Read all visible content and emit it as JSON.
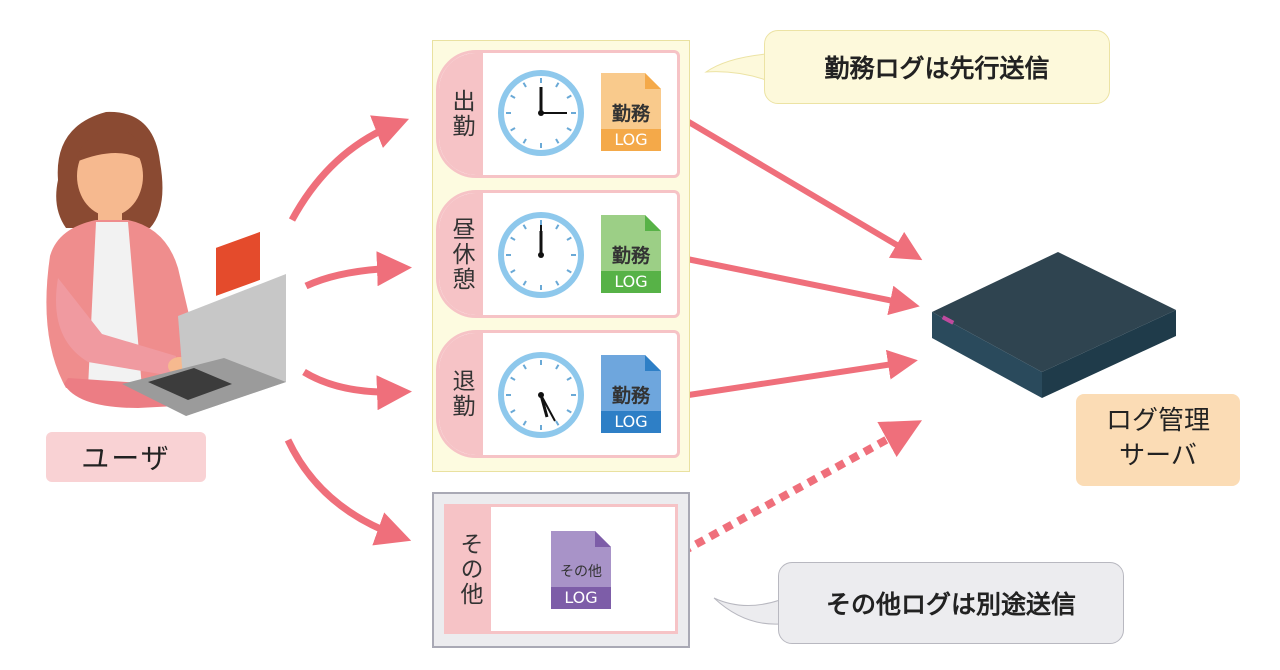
{
  "user": {
    "label": "ユーザ"
  },
  "server": {
    "line1": "ログ管理",
    "line2": "サーバ"
  },
  "bubbles": {
    "top": "勤務ログは先行送信",
    "bottom": "その他ログは別途送信"
  },
  "cards": [
    {
      "tab": "出勤",
      "doc_title": "勤務",
      "doc_log": "LOG",
      "doc_color": "#f4a949",
      "doc_light": "#f9ca8c",
      "clock_hour_deg": 0,
      "clock_min_deg": 90
    },
    {
      "tab": "昼休憩",
      "doc_title": "勤務",
      "doc_log": "LOG",
      "doc_color": "#57b247",
      "doc_light": "#9ccf86",
      "clock_hour_deg": 0,
      "clock_min_deg": 0
    },
    {
      "tab": "退勤",
      "doc_title": "勤務",
      "doc_log": "LOG",
      "doc_color": "#2e7fc6",
      "doc_light": "#6ea6dd",
      "clock_hour_deg": 165,
      "clock_min_deg": 150
    }
  ],
  "other_card": {
    "tab": "その他",
    "doc_title": "その他",
    "doc_log": "LOG",
    "doc_color": "#7d5da8",
    "doc_light": "#a893c8"
  },
  "colors": {
    "arrow": "#ef6f7b",
    "server_top": "#2f4450",
    "server_side": "#1f3b4a",
    "clock_ring": "#8ec8ec"
  }
}
